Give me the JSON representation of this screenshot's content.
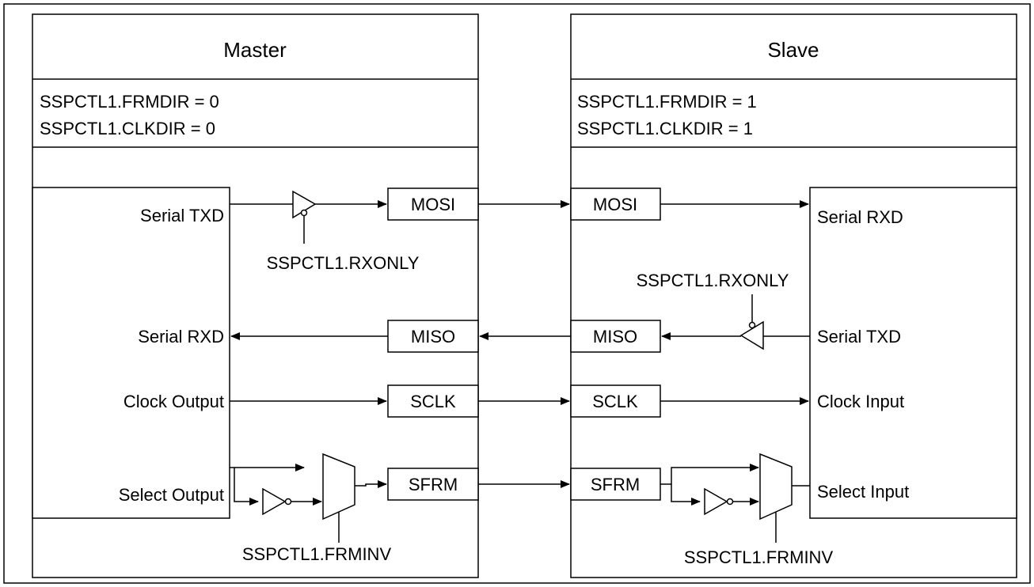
{
  "master": {
    "title": "Master",
    "config_line1": "SSPCTL1.FRMDIR = 0",
    "config_line2": "SSPCTL1.CLKDIR = 0",
    "signals": {
      "txd": "Serial TXD",
      "rxd": "Serial RXD",
      "clock": "Clock Output",
      "select": "Select Output"
    },
    "pins": {
      "mosi": "MOSI",
      "miso": "MISO",
      "sclk": "SCLK",
      "sfrm": "SFRM"
    },
    "rxonly_label": "SSPCTL1.RXONLY",
    "frminv_label": "SSPCTL1.FRMINV"
  },
  "slave": {
    "title": "Slave",
    "config_line1": "SSPCTL1.FRMDIR = 1",
    "config_line2": "SSPCTL1.CLKDIR = 1",
    "signals": {
      "rxd": "Serial RXD",
      "txd": "Serial TXD",
      "clock": "Clock Input",
      "select": "Select Input"
    },
    "pins": {
      "mosi": "MOSI",
      "miso": "MISO",
      "sclk": "SCLK",
      "sfrm": "SFRM"
    },
    "rxonly_label": "SSPCTL1.RXONLY",
    "frminv_label": "SSPCTL1.FRMINV"
  }
}
